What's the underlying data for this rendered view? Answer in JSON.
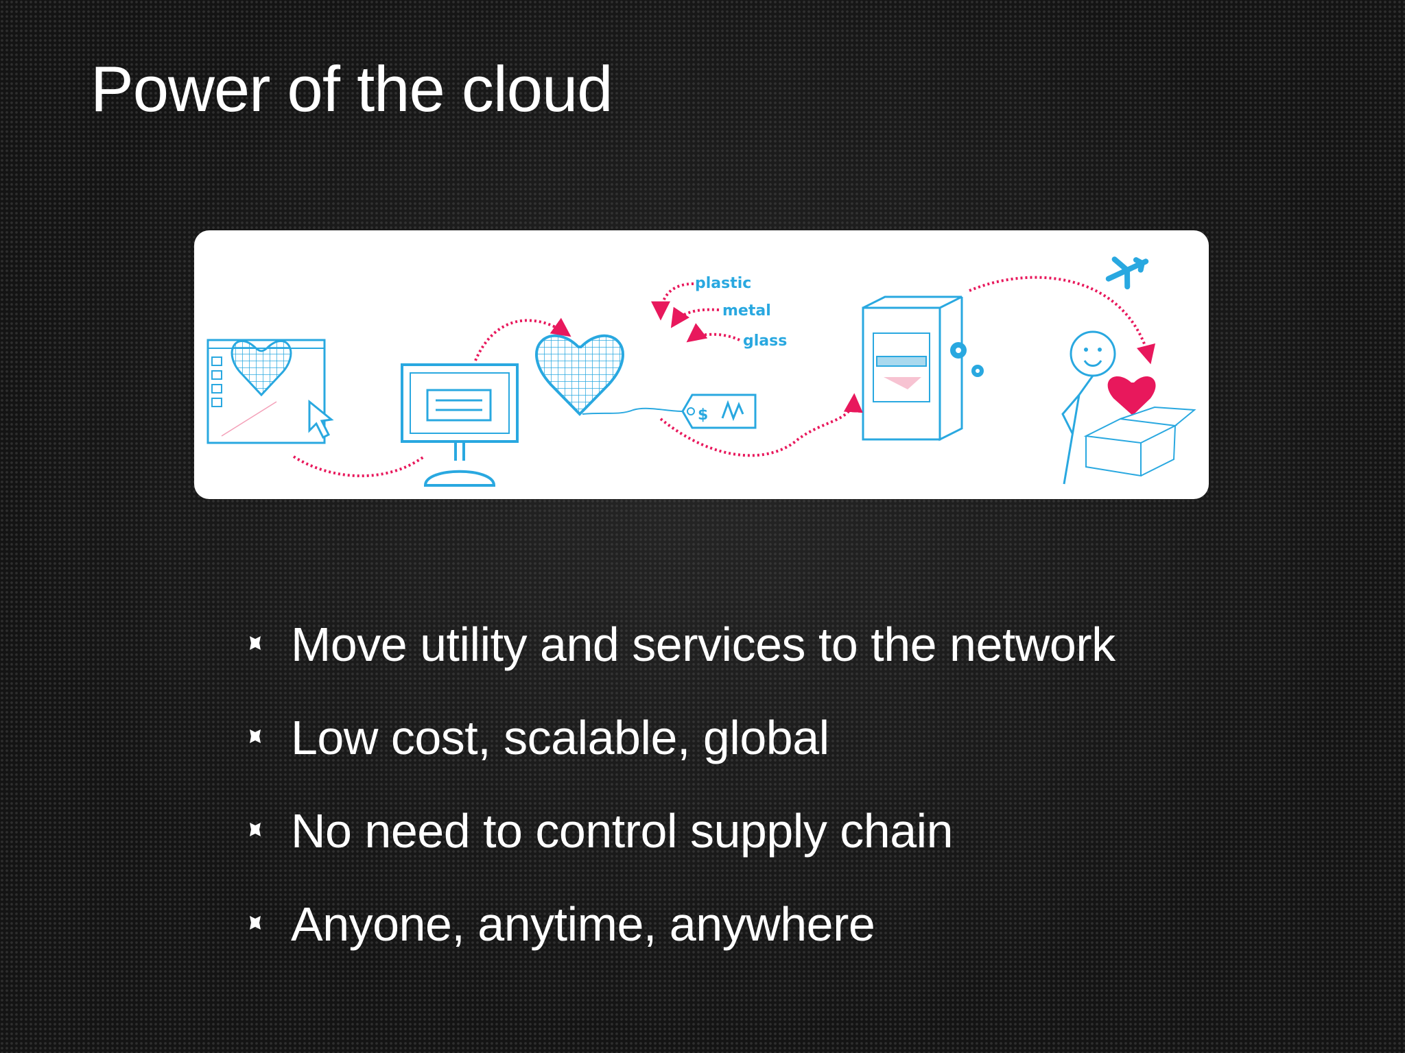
{
  "slide": {
    "title": "Power of the cloud",
    "illustration": {
      "materials": [
        "plastic",
        "metal",
        "glass"
      ],
      "price_tag": "$"
    },
    "bullets": [
      "Move utility and services to the network",
      "Low cost, scalable, global",
      "No need to control supply chain",
      "Anyone, anytime, anywhere"
    ]
  },
  "colors": {
    "illustration_blue": "#29a8e0",
    "illustration_pink": "#e8185c",
    "bullet_icon": "#ffffff"
  },
  "icons": [
    "design-window-icon",
    "computer-monitor-icon",
    "wireframe-heart-icon",
    "price-tag-icon",
    "fabricator-machine-icon",
    "airplane-icon",
    "happy-person-icon",
    "shipping-box-icon",
    "bullet-icon"
  ]
}
